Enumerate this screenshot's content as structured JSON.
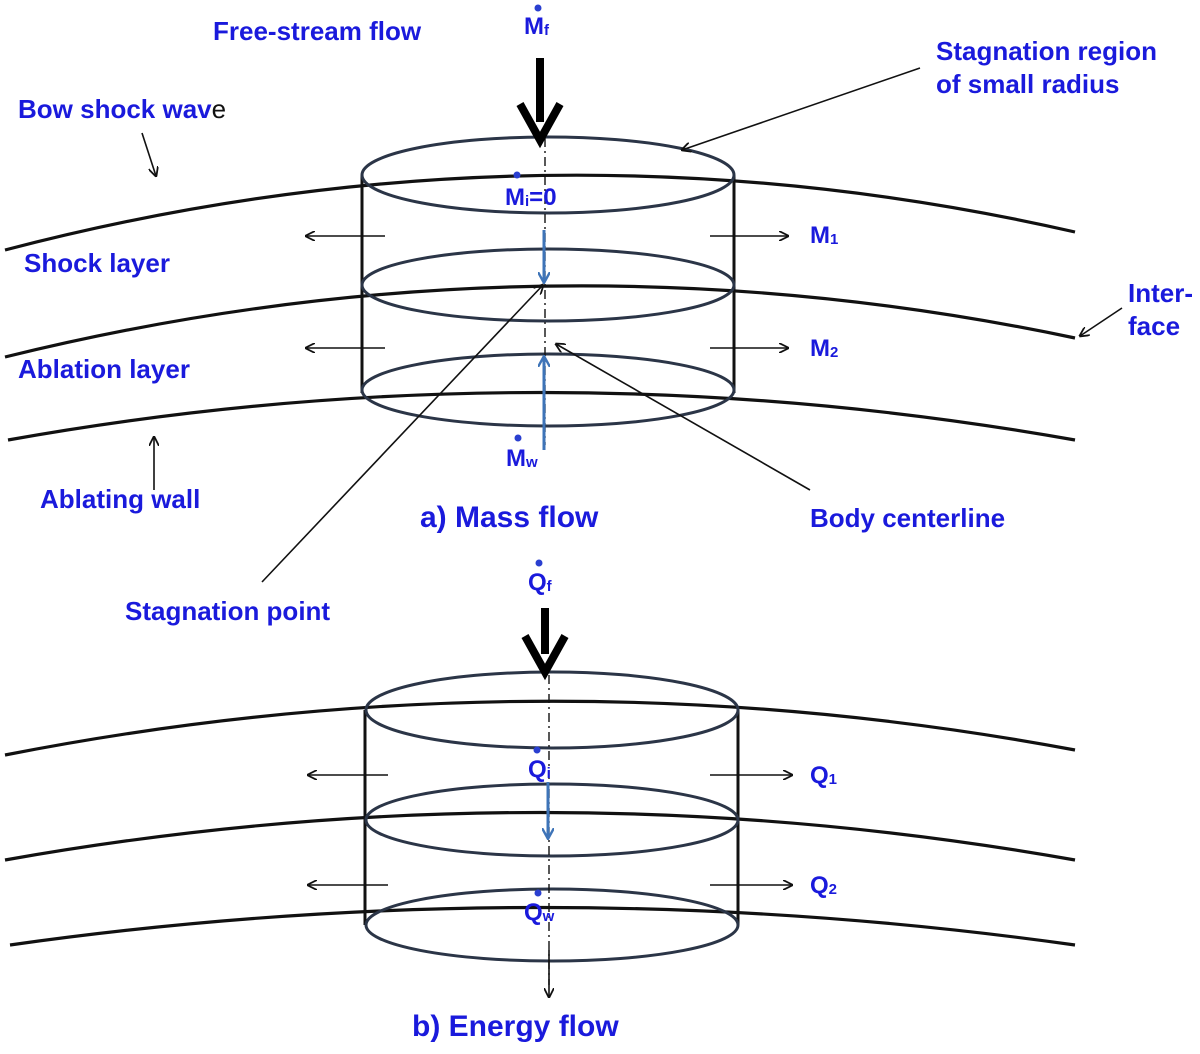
{
  "labels": {
    "free_stream": "Free-stream flow",
    "stagnation_region_line1": "Stagnation region",
    "stagnation_region_line2": "of small radius",
    "bow_shock_main": "Bow shock wav",
    "bow_shock_tail": "e",
    "shock_layer": "Shock layer",
    "ablation_layer": "Ablation layer",
    "ablating_wall": "Ablating wall",
    "interface_line1": "Inter-",
    "interface_line2": "face",
    "body_centerline": "Body centerline",
    "stagnation_point": "Stagnation point"
  },
  "mass_flow": {
    "caption": "a) Mass flow",
    "mf": {
      "base": "M",
      "sub": "f"
    },
    "mi": {
      "base": "M",
      "sub": "i",
      "suffix": "=0"
    },
    "m1": {
      "base": "M",
      "sub": "1"
    },
    "m2": {
      "base": "M",
      "sub": "2"
    },
    "mw": {
      "base": "M",
      "sub": "w"
    }
  },
  "energy_flow": {
    "caption": "b) Energy flow",
    "qf": {
      "base": "Q",
      "sub": "f"
    },
    "qi": {
      "base": "Q",
      "sub": "i"
    },
    "q1": {
      "base": "Q",
      "sub": "1"
    },
    "q2": {
      "base": "Q",
      "sub": "2"
    },
    "qw": {
      "base": "Q",
      "sub": "w"
    }
  },
  "colors": {
    "label_blue": "#1a1adc",
    "line_black": "#111111",
    "ellipse_stroke": "#2b3547",
    "flow_arrow_blue": "#3e74b8"
  }
}
